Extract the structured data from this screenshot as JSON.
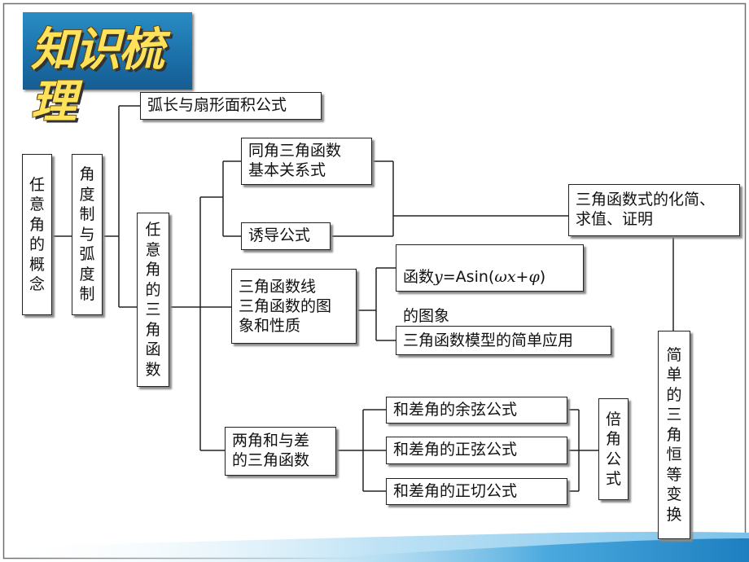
{
  "title": "知识梳理",
  "nodes": {
    "arc_length": "弧长与扇形面积公式",
    "any_angle_concept": "任意角的概念",
    "degree_radian": "角度制与弧度制",
    "any_angle_trig": "任意角的三角函数",
    "same_angle": "同角三角函数\n基本关系式",
    "induction": "诱导公式",
    "simplify": "三角函数式的化简、\n求值、证明",
    "graph_prefix": "函数",
    "graph_formula_y": "y",
    "graph_formula_eq": "=Asin(",
    "graph_formula_omega": "ω",
    "graph_formula_x": "x",
    "graph_formula_plus": "+",
    "graph_formula_phi": "φ",
    "graph_formula_close": ")",
    "graph_suffix": "的图象",
    "trig_lines": "三角函数线\n三角函数的图\n象和性质",
    "trig_model": "三角函数模型的简单应用",
    "simple_identity": "简单的三角恒等变换",
    "sum_diff_cos": "和差角的余弦公式",
    "sum_diff_sin": "和差角的正弦公式",
    "sum_diff_tan": "和差角的正切公式",
    "two_angle": "两角和与差\n的三角函数",
    "double_angle": "倍角公式"
  },
  "colors": {
    "badge": "#1b6fa8",
    "title_text": "#ffe25a",
    "line": "#222222",
    "wave_light": "#9fd3ef",
    "wave_dark": "#2b93d1"
  }
}
